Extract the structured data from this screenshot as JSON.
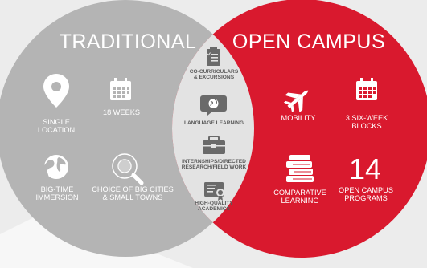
{
  "colors": {
    "background": "#ececec",
    "traditional_circle": "#b4b4b4",
    "open_campus_circle": "#d9192e",
    "overlap": "#e3e3e3",
    "overlap_icon": "#6a6a6a",
    "text_on_circle": "#ffffff",
    "text_overlap": "#5a5a5a"
  },
  "traditional": {
    "title": "TRADITIONAL",
    "items": [
      {
        "icon": "location-pin-icon",
        "label_1": "SINGLE",
        "label_2": "LOCATION"
      },
      {
        "icon": "calendar-icon",
        "label_1": "18 WEEKS",
        "label_2": ""
      },
      {
        "icon": "globe-icon",
        "label_1": "BIG-TIME",
        "label_2": "IMMERSION"
      },
      {
        "icon": "magnify-globe-icon",
        "label_1": "CHOICE OF BIG CITIES",
        "label_2": "& SMALL TOWNS"
      }
    ]
  },
  "open_campus": {
    "title": "OPEN CAMPUS",
    "items": [
      {
        "icon": "airplane-icon",
        "label_1": "MOBILITY",
        "label_2": ""
      },
      {
        "icon": "calendar-icon",
        "label_1": "3 SIX-WEEK",
        "label_2": "BLOCKS"
      },
      {
        "icon": "books-icon",
        "label_1": "COMPARATIVE",
        "label_2": "LEARNING"
      },
      {
        "icon": "",
        "number": "14",
        "label_1": "OPEN CAMPUS",
        "label_2": "PROGRAMS"
      }
    ]
  },
  "shared": {
    "items": [
      {
        "icon": "clipboard-icon",
        "label_1": "CO-CURRICULARS",
        "label_2": "& EXCURSIONS"
      },
      {
        "icon": "speech-globe-icon",
        "label_1": "LANGUAGE LEARNING",
        "label_2": ""
      },
      {
        "icon": "briefcase-icon",
        "label_1": "INTERNSHIPS/DIRECTED",
        "label_2": "RESEARCH/FIELD WORK"
      },
      {
        "icon": "certificate-icon",
        "label_1": "HIGH-QUALITY",
        "label_2": "ACADEMICS"
      }
    ]
  }
}
